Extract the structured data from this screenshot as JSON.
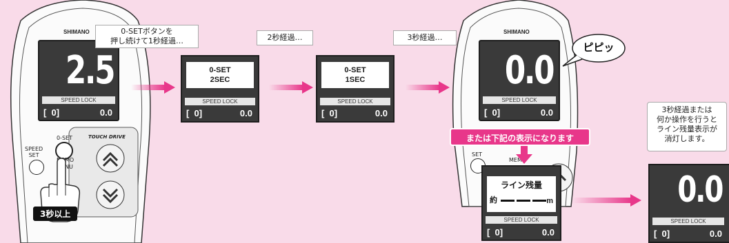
{
  "colors": {
    "background": "#f9dbe9",
    "accent": "#e8378a",
    "screen": "#3a3a3a",
    "badge": "#111111"
  },
  "device_left": {
    "brand": "SHIMANO",
    "display_value": "2.5",
    "speed_lock": "SPEED LOCK",
    "bottom_left": "[  0]",
    "bottom_right": "0.0",
    "btn_0set": "0-SET",
    "btn_speedset": "SPEED\nSET",
    "btn_memo": "MEMO\nMENU",
    "logo": "TOUCH DRIVE",
    "badge": "3秒以上",
    "hand_icon": "hand-pointer-icon"
  },
  "step1": {
    "callout": "0-SETボタンを\n押し続けて1秒経過…",
    "line1": "0-SET",
    "line2": "2SEC",
    "speed_lock": "SPEED LOCK",
    "bottom_left": "[  0]",
    "bottom_right": "0.0"
  },
  "step2": {
    "callout": "2秒経過…",
    "line1": "0-SET",
    "line2": "1SEC",
    "speed_lock": "SPEED LOCK",
    "bottom_left": "[  0]",
    "bottom_right": "0.0"
  },
  "step3": {
    "callout": "3秒経過…"
  },
  "device_right": {
    "brand": "SHIMANO",
    "display_value": "0.0",
    "speed_lock": "SPEED LOCK",
    "bottom_left": "[  0]",
    "bottom_right": "0.0",
    "beep": "ピピッ",
    "btn_set": "SET",
    "btn_memo": "MEMO"
  },
  "alt_banner": "または下記の表示になります",
  "line_screen": {
    "title": "ライン残量",
    "prefix": "約",
    "suffix": "m",
    "speed_lock": "SPEED LOCK",
    "bottom_left": "[  0]",
    "bottom_right": "0.0"
  },
  "final": {
    "callout": "3秒経過または\n何か操作を行うと\nライン残量表示が\n消灯します。",
    "display_value": "0.0",
    "speed_lock": "SPEED LOCK",
    "bottom_left": "[  0]",
    "bottom_right": "0.0"
  }
}
